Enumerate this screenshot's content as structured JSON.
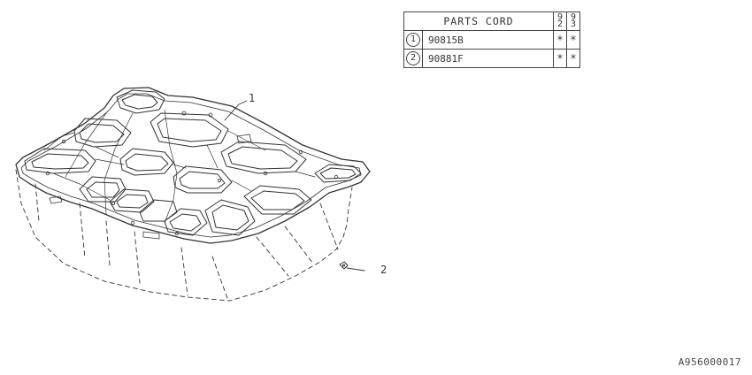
{
  "parts_table": {
    "header": "PARTS CORD",
    "year_columns": [
      {
        "top": "9",
        "bottom": "2"
      },
      {
        "top": "9",
        "bottom": "3"
      }
    ],
    "rows": [
      {
        "num": "1",
        "code": "90815B",
        "marks": [
          "*",
          "*"
        ]
      },
      {
        "num": "2",
        "code": "90881F",
        "marks": [
          "*",
          "*"
        ]
      }
    ]
  },
  "callouts": {
    "part1": "1",
    "part2": "2"
  },
  "reference_id": "A956000017"
}
